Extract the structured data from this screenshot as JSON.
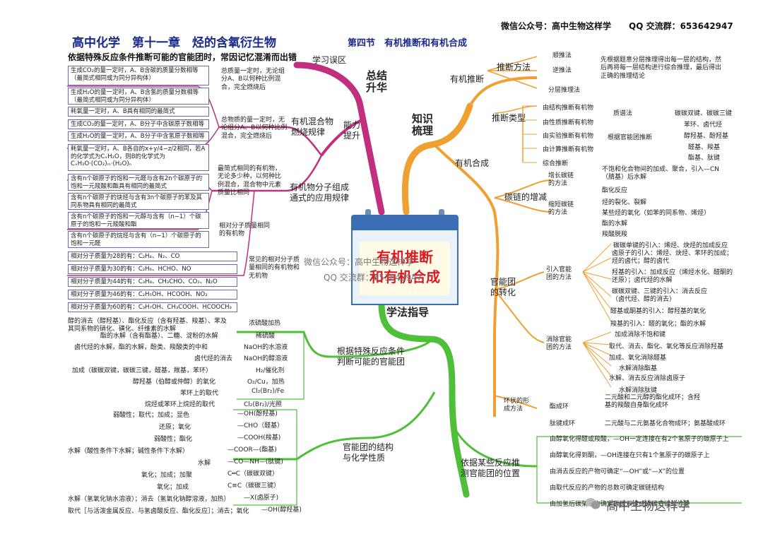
{
  "header": {
    "wechat": "微信公众号：高中生物这样学",
    "qq": "QQ 交流群：653642947",
    "title": "高中化学　第十一章　烃的含氧衍生物",
    "section": "第四节　有机推断和有机合成",
    "intro": "依据特殊反应条件推断可能的官能团时，常因记忆混淆而出错",
    "mistake_label": "学习误区"
  },
  "center": {
    "line1": "有机推断",
    "line2": "和有机合成",
    "watermark1": "微信公众号：高中生物这样学",
    "watermark2": "QQ 交流群：653642947",
    "watermark3": "高中生物这样学"
  },
  "summary": {
    "label": "总结\n升华",
    "ability": "能力\n提升",
    "groups": [
      {
        "label": "有机混合物\n燃烧规律",
        "notes": [
          {
            "text": "总质量一定时，无论组分A、B以何种比例混合，完全燃烧后",
            "items": [
              "生成CO₂的量一定时，A、B含碳的质量分数相等（最简式相同或为同分异构体）",
              "生成H₂O的量一定时，A、B含氢的质量分数相等（最简式相同或为同分异构体）",
              "耗氧量一定时，A、B具有相同的最简式"
            ]
          },
          {
            "text": "总物质的量一定时，无论组分A、B以何种比例混合，完全燃烧后",
            "items": [
              "生成CO₂的量一定时，A、B分子中含碳原子数相等",
              "生成H₂O的量一定时，A、B分子中含氢原子数相等",
              "耗氧量一定时，A、B各自的x+y/4−z/2相同，若A的化学式为CₓH₂O，则B的化学式为CₓH₂O·(CO₂)ₘ·(H₂O)ₙ"
            ]
          }
        ]
      },
      {
        "label": "有机物分子组成\n通式的应用规律",
        "notes": [
          {
            "text": "最简式相同的有机物，无论多少种，以何种比例混合，混合物中元素质量比相同",
            "items": [
              "含有n个碳原子的饱和一元醛与含有2n个碳原子的饱和一元羧酸和酯具有相同的最简式",
              "含有n个碳原子的炔烃与含有3n个碳原子的苯及其同系物具有相同的最简式"
            ]
          },
          {
            "text": "相对分子质量相同的有机物",
            "items": [
              "含有n个碳原子的饱和一元醇与含有（n−1）个碳原子的饱和一元羧酸和酯",
              "含有n个碳原子的烷烃与含有（n−1）个碳原子的饱和一元醛"
            ]
          },
          {
            "text": "常见的相对分子质量相同的有机物和无机物",
            "items": [
              "相对分子质量为28的有：C₂H₄、N₂、CO",
              "相对分子质量为30的有：C₂H₆、HCHO、NO",
              "相对分子质量为44的有：C₃H₈、CH₃CHO、CO₂、N₂O",
              "相对分子质量为46的有：C₂H₅OH、HCOOH、NO₂",
              "相对分子质量为60的有：C₃H₇OH、CH₃COOH、HCOOCH₃"
            ]
          }
        ]
      }
    ]
  },
  "study": {
    "label": "学法指导",
    "conditions": {
      "label": "根据特殊反应条件\n判断可能的官能团",
      "rows": [
        {
          "left": "醇的消去（醇羟基）、酯化反应（含有羟基、羧基）、苯及其同系物的硝化、磺化、纤维素的水解",
          "right": "浓硫酸加热"
        },
        {
          "left": "酯的水解（含有酯基）、二糖、淀粉的水解",
          "right": "稀硫酸"
        },
        {
          "left": "卤代烃的水解，酯的水解，酚类、羧酸类的中和",
          "right": "NaOH的水溶液"
        },
        {
          "left": "卤代烃的消去",
          "right": "NaOH的醇溶液"
        },
        {
          "left": "加成（碳碳双键，碳碳三键，醛基，羰基，苯环）",
          "right": "H₂/催化剂"
        },
        {
          "left": "醇羟基（伯醇或仲醇）的氧化",
          "right": "O₂/Cu，加热"
        },
        {
          "left": "苯环上的取代",
          "right": "Cl₂(Br₂)/Fe"
        },
        {
          "left": "烷烃或苯环上烷烃的取代",
          "right": "Cl₂(Br₂)/光照"
        }
      ]
    },
    "groups": {
      "label": "官能团的结构\n与化学性质",
      "rows": [
        {
          "left": "弱酸性；取代；加成；显色",
          "right": "—OH(酚羟基)"
        },
        {
          "left": "还原；氧化",
          "right": "—CHO（醛基）"
        },
        {
          "left": "弱酸性；酯化",
          "right": "—COOH(羧基)"
        },
        {
          "left": "水解（酸性条件下水解；碱性条件下水解）",
          "right": "—COOR—(酯基)"
        },
        {
          "left": "水解",
          "right": "—CO—NH—(肽键)"
        },
        {
          "left": "氧化；加成；加聚",
          "right": "C═C（碳碳双键）"
        },
        {
          "left": "氧化；加成",
          "right": "C≡C（碳碳三键）"
        },
        {
          "left": "水解（氢氧化钠水溶液）；消去（氢氧化钠醇溶液，加热）",
          "right": "—X(卤原子)"
        },
        {
          "left": "取代［与活泼金属反应、与氢卤酸反应、酯化反应］；消去；氧化",
          "right": "—OH(醇羟基)"
        }
      ]
    },
    "position": {
      "label": "依据某些反应推\n测官能团的位置",
      "rows": [
        "由醇氧化得醛或羧酸，—OH一定连接在有2个氢原子的碳原子上",
        "由醇氧化得到酮，—OH连接在只有1个氢原子的碳原子上",
        "由消去反应的产物可确定“—OH”或“—X”的位置",
        "由取代反应的产物的总数可确定碳链结构",
        "由加氢后碳架结构确定碳碳双键或碳碳三键的位置"
      ]
    }
  },
  "knowledge": {
    "label": "知识\n梳理",
    "inference": {
      "label": "有机推断",
      "methods_label": "推断方法",
      "methods": [
        "顺推法",
        "逆推法",
        "分层推理法"
      ],
      "methods_note": "先根据题意分层推理得出每一层的结构，然后再将每一层结构进行综合推理，最后得出正确的推理结论",
      "types_label": "推断类型",
      "types": [
        "由结构推断有机物",
        "由性质推断有机物",
        "由实验推断有机物",
        "由计算推断有机物",
        "综合推断"
      ],
      "types_mid": [
        "质谱法",
        "根据官能团推断"
      ],
      "types_right": [
        "碳碳双键、碳碳三键",
        "苯环、卤代烃",
        "醇羟基、酚羟基",
        "醛基、羧基",
        "酯基、肽键"
      ]
    },
    "synthesis": {
      "label": "有机合成",
      "chain_label": "碳链的增减",
      "grow_label": "增长碳链\n的方法",
      "grow_note": "不饱和化合物间的加成、聚合，引入—CN（腈基）后水解",
      "grow_item": "酯化反应",
      "shrink_label": "缩短碳链\n的方法",
      "shrink_items": [
        "烃的裂化、裂解",
        "某些烃的氧化（如苯的同系物、烯烃）",
        "酯的水解",
        "羧酸脱羧"
      ],
      "fg_label": "官能团\n的转化",
      "intro_label": "引入官能\n团的方法",
      "intro_items": [
        "碳碳单键的引入：烯烃、炔烃的加成反应",
        "卤原子的引入：烯烃、炔烃、苯环的加成；烃的卤代；醇的卤代",
        "羟基的引入：加成反应（烯烃水化、醛酮的还原）；卤代烃的水解",
        "碳碳双键、三键的引入：消去反应（卤代烃、醇的消去）",
        "醛基或酮基的引入：醇羟基的氧化",
        "羧基的引入：醛的氧化；酯的水解"
      ],
      "remove_label": "消除官能\n团的方法",
      "remove_items": [
        "加成消除不饱和键",
        "取代、消去、酯化、氧化等反应消除羟基",
        "加成、氧化消除醛基",
        "水解消除酯基",
        "水解、消去反应消除卤原子",
        "水解消除肽键"
      ],
      "ring_label": "环状的形\n成方法",
      "ring_items": [
        {
          "label": "酯成环",
          "note": "二元酸和二元醇的酯化成环；含羟基的羧酸自身酯化成环"
        },
        {
          "label": "肽键成环",
          "note": "二元酸与二元氨基化合物成环；氨基酸成环"
        }
      ]
    }
  }
}
